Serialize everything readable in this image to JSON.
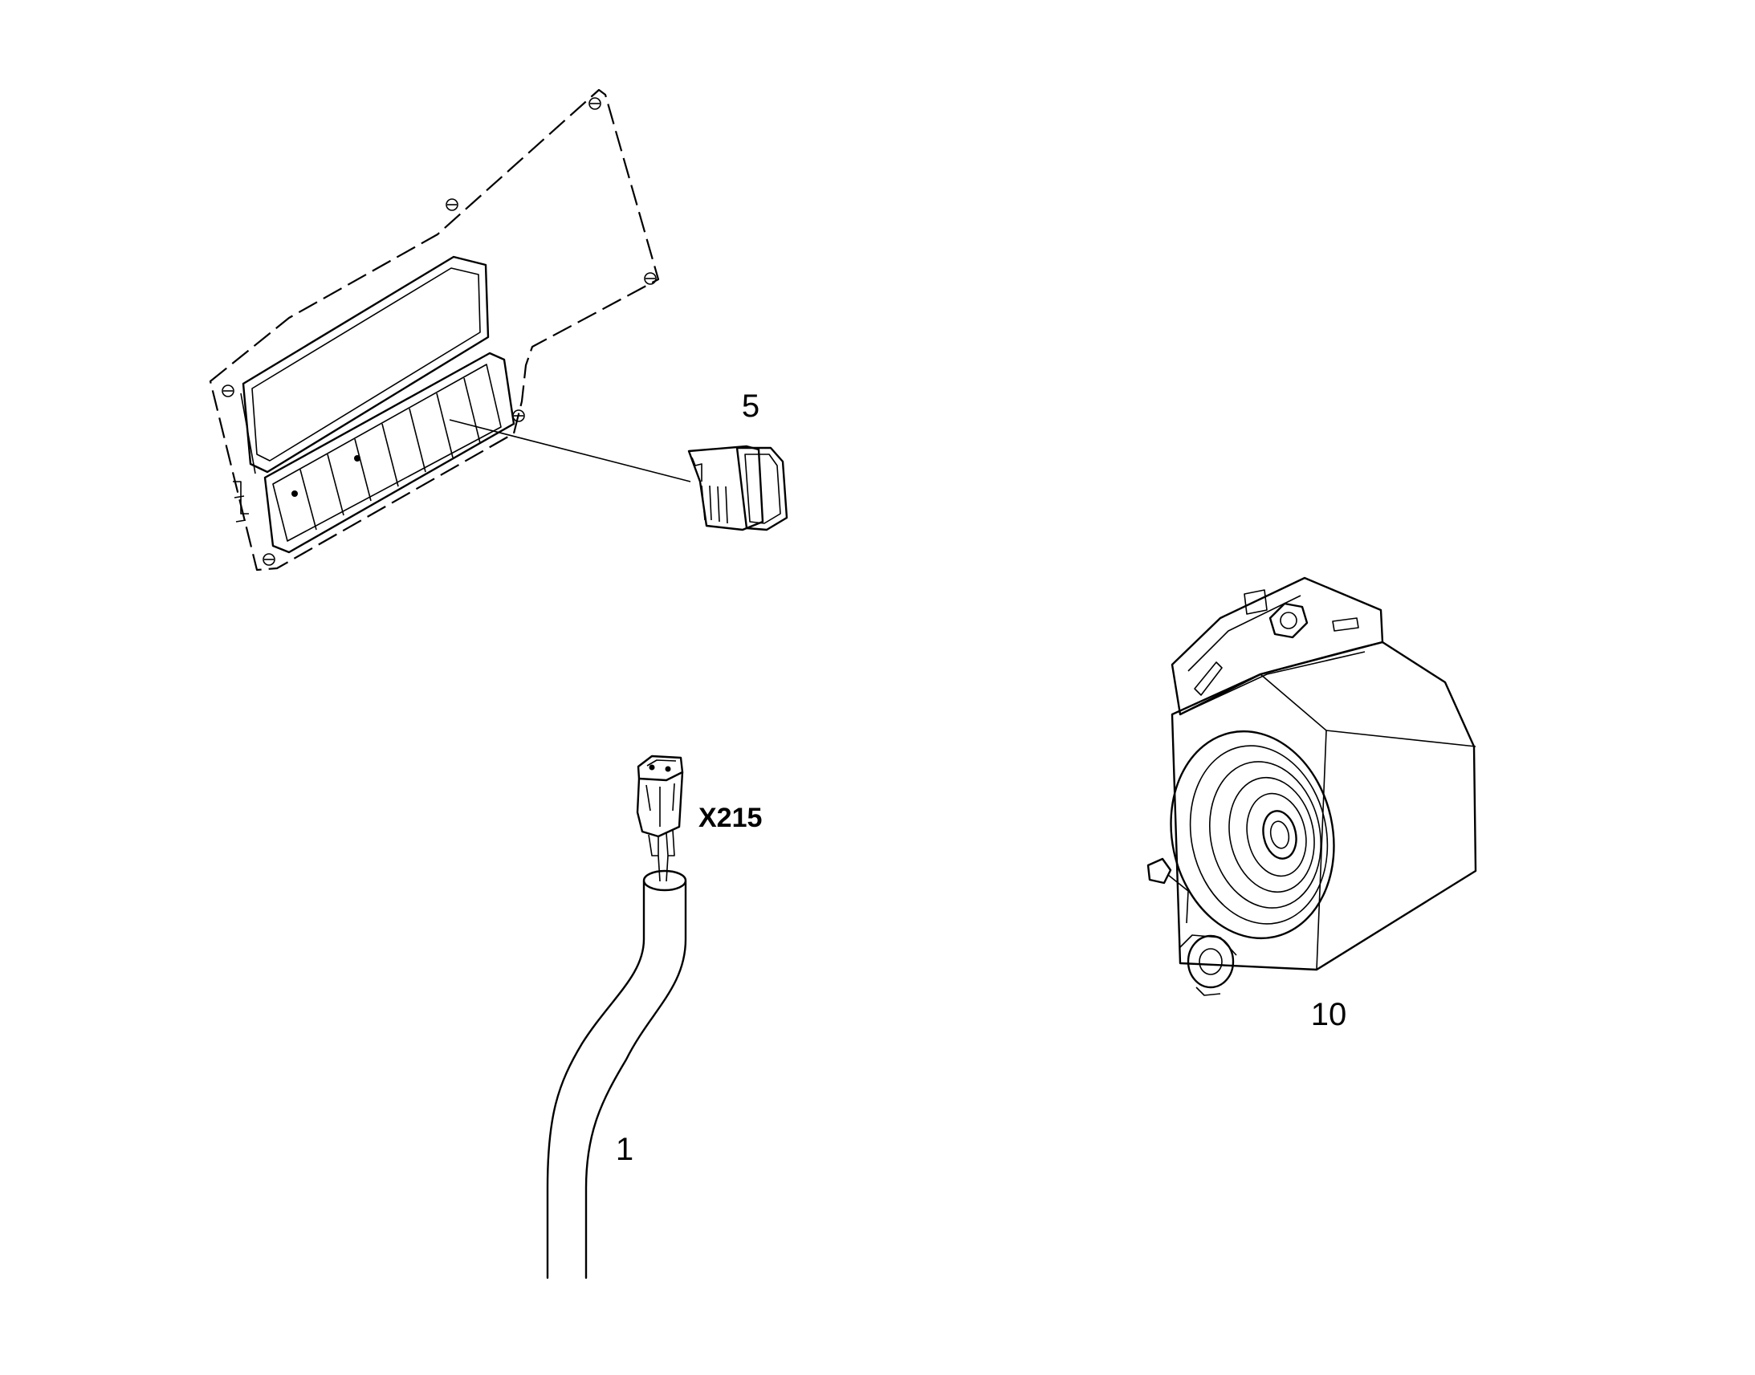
{
  "callouts": {
    "switch": "5",
    "connector": "X215",
    "harness": "1",
    "alarm": "10"
  }
}
